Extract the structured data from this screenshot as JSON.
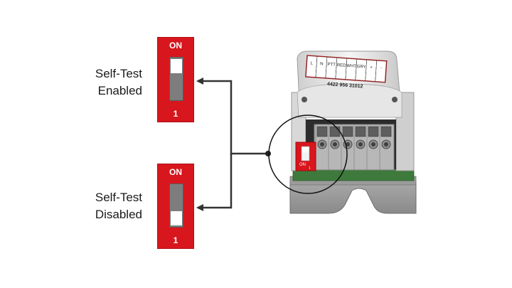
{
  "labels": {
    "enabled_line1": "Self-Test",
    "enabled_line2": "Enabled",
    "disabled_line1": "Self-Test",
    "disabled_line2": "Disabled"
  },
  "switch_top": {
    "on": "ON",
    "num": "1",
    "state": "on"
  },
  "switch_bottom": {
    "on": "ON",
    "num": "1",
    "state": "off"
  },
  "device": {
    "part_number": "4422 956 31012",
    "terminal_labels": [
      "L",
      "N",
      "PTT",
      "RED",
      "WHT",
      "GRY",
      "+",
      "-"
    ],
    "dip_on": "ON",
    "dip_num": "1"
  },
  "colors": {
    "switch_red": "#d8161d",
    "arrow": "#333333"
  }
}
